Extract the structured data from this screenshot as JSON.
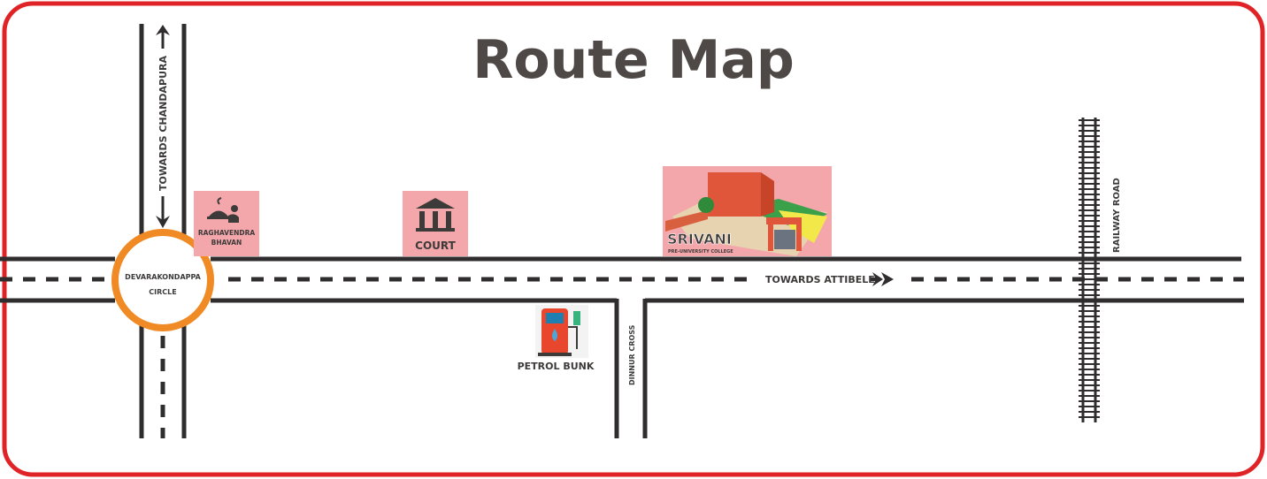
{
  "title": "Route Map",
  "colors": {
    "border": "#e02326",
    "circle": "#f08a24",
    "landmark_bg": "#f4a7ab",
    "road": "#2f2d2e"
  },
  "roads": {
    "north": "TOWARDS CHANDAPURA",
    "east": "TOWARDS ATTIBELE",
    "side_road": "DINNUR CROSS",
    "railway": "RAILWAY ROAD"
  },
  "junction": {
    "line1": "DEVARAKONDAPPA",
    "line2": "CIRCLE"
  },
  "landmarks": {
    "hotel": {
      "line1": "RAGHAVENDRA",
      "line2": "BHAVAN",
      "icon": "food-service-icon"
    },
    "court": {
      "label": "COURT",
      "icon": "courthouse-icon"
    },
    "college": {
      "name": "SRIVANI",
      "subtitle": "PRE-UNIVERSITY COLLEGE"
    },
    "petrol": {
      "label": "PETROL BUNK",
      "icon": "fuel-pump-icon"
    }
  }
}
